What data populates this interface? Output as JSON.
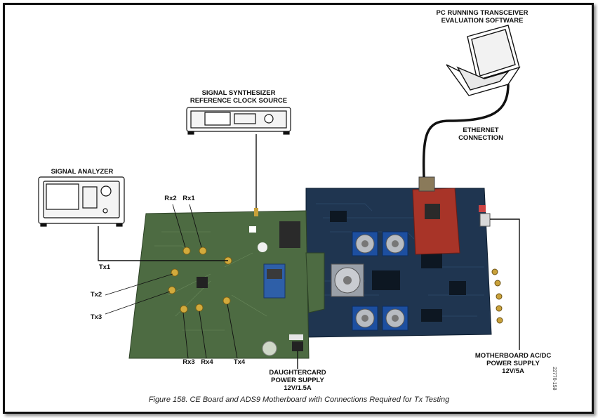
{
  "labels": {
    "pc": [
      "PC RUNNING TRANSCEIVER",
      "EVALUATION SOFTWARE"
    ],
    "ethernet": [
      "ETHERNET",
      "CONNECTION"
    ],
    "synth": [
      "SIGNAL SYNTHESIZER",
      "REFERENCE CLOCK SOURCE"
    ],
    "analyzer": "SIGNAL ANALYZER",
    "daughter_ps": [
      "DAUGHTERCARD",
      "POWER SUPPLY",
      "12V/1.5A"
    ],
    "mother_ps": [
      "MOTHERBOARD AC/DC",
      "POWER SUPPLY",
      "12V/5A"
    ],
    "ports": {
      "rx1": "Rx1",
      "rx2": "Rx2",
      "rx3": "Rx3",
      "rx4": "Rx4",
      "tx1": "Tx1",
      "tx2": "Tx2",
      "tx3": "Tx3",
      "tx4": "Tx4"
    }
  },
  "caption": "Figure 158. CE Board and ADS9 Motherboard with Connections Required for Tx Testing",
  "doc_number": "22770-158",
  "colors": {
    "ce_board": "#4d6b42",
    "motherboard": "#1f3550",
    "fpga_board": "#a83428",
    "cable": "#111111"
  }
}
